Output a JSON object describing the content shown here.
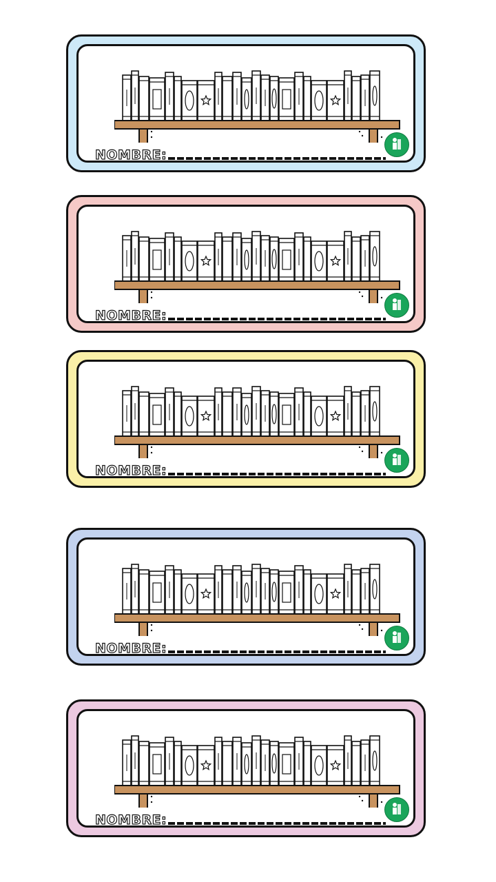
{
  "labels": [
    {
      "name_label": "NOMBRE:",
      "frame_color": "#cde9f8",
      "icons": [
        "bookshelf-icon",
        "logo-badge-icon"
      ]
    },
    {
      "name_label": "NOMBRE:",
      "frame_color": "#f5c9c7",
      "icons": [
        "bookshelf-icon",
        "logo-badge-icon"
      ]
    },
    {
      "name_label": "NOMBRE:",
      "frame_color": "#faf0a8",
      "icons": [
        "bookshelf-icon",
        "logo-badge-icon"
      ]
    },
    {
      "name_label": "NOMBRE:",
      "frame_color": "#c3d3ef",
      "icons": [
        "bookshelf-icon",
        "logo-badge-icon"
      ]
    },
    {
      "name_label": "NOMBRE:",
      "frame_color": "#ecc9e0",
      "icons": [
        "bookshelf-icon",
        "logo-badge-icon"
      ]
    }
  ],
  "colors": {
    "outline": "#111111",
    "shelf_wood": "#c8935f",
    "badge": "#1aa55a",
    "page_background": "#ffffff"
  }
}
